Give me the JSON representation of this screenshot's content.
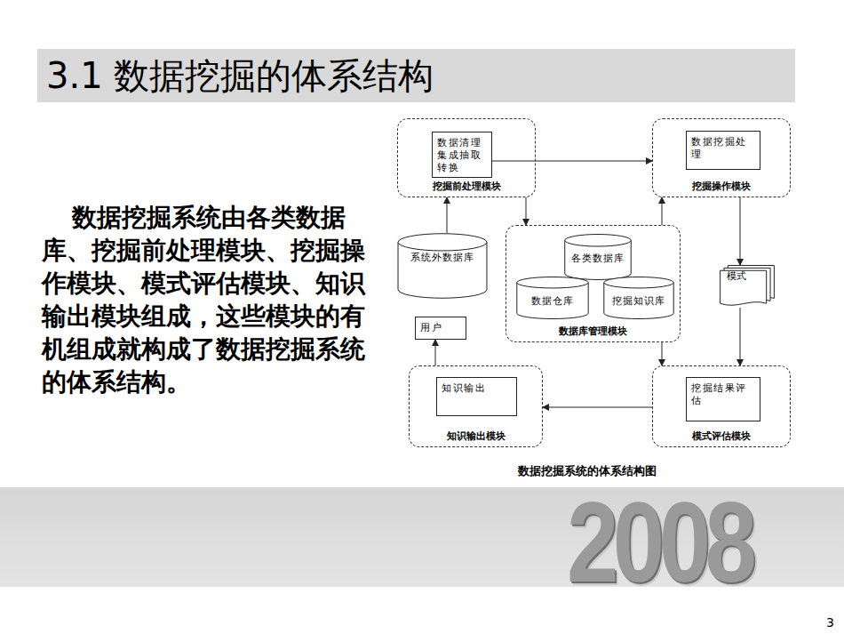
{
  "diagram": {
    "title": "3.1  数据挖掘的体系结构",
    "caption": "数据挖掘系统的体系结构图",
    "nodes": [
      {
        "text": [
          "挖掘前处理模块"
        ]
      },
      {
        "text": [
          "数据清理集成抽取转换"
        ],
        "in": 0
      },
      {
        "text": [
          "挖掘操作模块"
        ]
      },
      {
        "text": [
          "数据挖掘处理"
        ],
        "in": 2
      },
      {
        "text": [
          "系统外数据库"
        ]
      },
      {
        "text": [
          "数据库管理模块"
        ]
      },
      {
        "text": [
          "各类数据库"
        ],
        "in": 5
      },
      {
        "text": [
          "数据仓库"
        ],
        "in": 5
      },
      {
        "text": [
          "挖掘知识库"
        ],
        "in": 5
      },
      {
        "text": [
          "模式"
        ]
      },
      {
        "text": [
          "用户"
        ]
      },
      {
        "text": [
          "知识输出模块"
        ]
      },
      {
        "text": [
          "知识输出"
        ],
        "in": 11
      },
      {
        "text": [
          "模式评估模块"
        ]
      },
      {
        "text": [
          "挖掘结果评估"
        ],
        "in": 13
      }
    ],
    "edges": [
      {
        "from": 1,
        "to": 2,
        "arrow": "to"
      },
      {
        "from": 4,
        "to": 0,
        "arrow": "to"
      },
      {
        "from": 0,
        "to": 5,
        "arrow": "to"
      },
      {
        "from": 5,
        "to": 2,
        "arrow": "to"
      },
      {
        "from": 2,
        "to": 9,
        "arrow": "to"
      },
      {
        "from": 9,
        "to": 13,
        "arrow": "to"
      },
      {
        "from": 5,
        "to": 13,
        "arrow": "to"
      },
      {
        "from": 13,
        "to": 11,
        "arrow": "to"
      },
      {
        "from": 11,
        "to": 10,
        "arrow": "to"
      }
    ],
    "labels": [
      "数据挖掘系统由各类数据库、挖掘前处理模块、挖掘操作模块、模式评估模块、知识输出模块组成，这些模块的有机组成就构成了数据挖掘系统的体系结构。",
      "2008",
      "3"
    ]
  }
}
